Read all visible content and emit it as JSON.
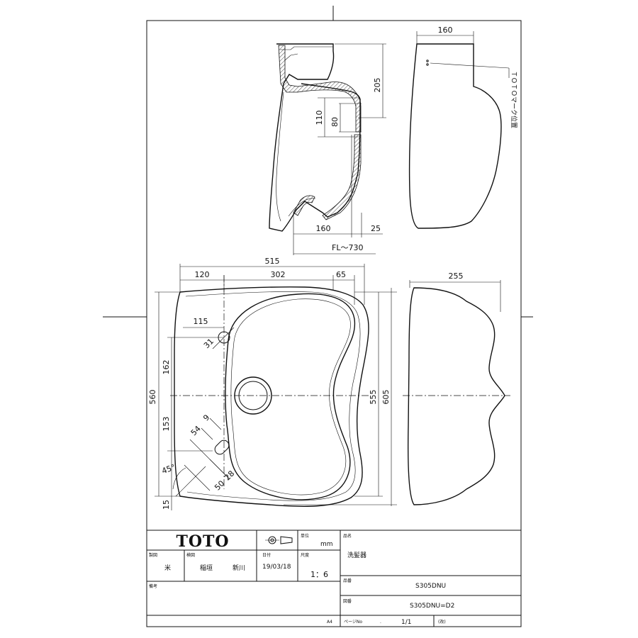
{
  "drawing": {
    "side_section": {
      "dim_top_height": "205",
      "dim_110": "110",
      "dim_80": "80",
      "dim_bottom_160": "160",
      "dim_bottom_25": "25",
      "floor_level": "FL～730"
    },
    "side_elevation": {
      "dim_width": "160",
      "mark_note": "ＴＯＴＯマーク位置"
    },
    "plan": {
      "dim_overall_width": "515",
      "dim_120": "120",
      "dim_302": "302",
      "dim_65": "65",
      "dim_115": "115",
      "dim_31": "31",
      "dim_162": "162",
      "dim_153": "153",
      "dim_560": "560",
      "dim_555": "555",
      "dim_605": "605",
      "dim_9": "9",
      "dim_54": "54",
      "dim_28": "28",
      "dim_50": "50",
      "dim_angle": "45°",
      "dim_15": "15"
    },
    "front_elevation": {
      "dim_width": "255"
    }
  },
  "title_block": {
    "brand": "TOTO",
    "unit_label": "単位",
    "unit_value": "mm",
    "name_label": "品名",
    "name_value": "洗髪器",
    "drafter_label": "製図",
    "drafter_value": "米",
    "checker_label": "検図",
    "checker_value_1": "稲垣",
    "checker_value_2": "新川",
    "date_label": "日付",
    "date_value": "19/03/18",
    "scale_label": "尺度",
    "scale_value": "1：6",
    "product_no_label": "品番",
    "product_no_value": "S305DNU",
    "drawing_no_label": "図番",
    "drawing_no_value": "S305DNU=D2",
    "remarks_label": "備考",
    "paper_size": "A4",
    "page_label": "ページNo",
    "page_value": "1/1",
    "note": "(改)"
  }
}
